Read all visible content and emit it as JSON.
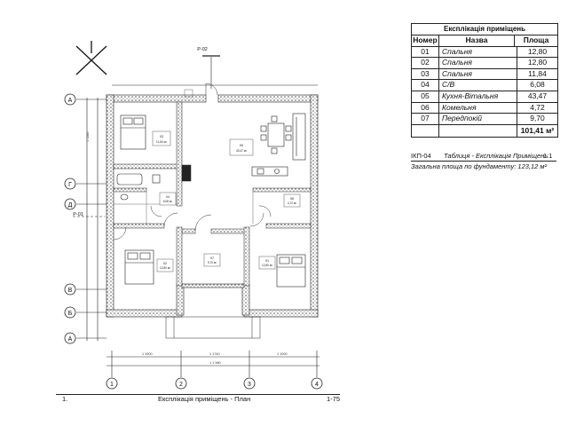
{
  "table": {
    "title": "Експлікація приміщень",
    "headers": [
      "Номер",
      "Назва",
      "Площа"
    ],
    "rows": [
      [
        "01",
        "Спальня",
        "12,80"
      ],
      [
        "02",
        "Спальня",
        "12,80"
      ],
      [
        "03",
        "Спальня",
        "11,84"
      ],
      [
        "04",
        "С/В",
        "6,08"
      ],
      [
        "05",
        "Кухня-Вітальня",
        "43,47"
      ],
      [
        "06",
        "Комельня",
        "4,72"
      ],
      [
        "07",
        "Передпокій",
        "9,70"
      ]
    ],
    "total": "101,41 м²"
  },
  "sheet": {
    "code": "ІКП-04",
    "table_name": "Таблиця - Експлікація Приміщень",
    "scale_ratio": "1:1",
    "foundation_area": "Загальна площа по фундаменту: 123,12 м²"
  },
  "plan": {
    "drawing_no": "1.",
    "title": "Експлікація приміщень - План",
    "scale": "1-75",
    "section_marks": [
      "Р-02",
      "Р-01"
    ],
    "axis_letters_left": [
      "А",
      "Г",
      "Д",
      "В",
      "Б",
      "А"
    ],
    "axis_numbers_bottom": [
      "1",
      "2",
      "3",
      "4"
    ],
    "dim_labels": [
      "1 1900",
      "1 1740",
      "1 1000",
      "1 1160",
      "1 1 960"
    ],
    "room_tags": [
      {
        "num": "03",
        "area": "11,84 м²"
      },
      {
        "num": "05",
        "area": "43,47 м²"
      },
      {
        "num": "04",
        "area": "6,08 м²"
      },
      {
        "num": "06",
        "area": "4,72 м²"
      },
      {
        "num": "02",
        "area": "12,80 м²"
      },
      {
        "num": "07",
        "area": "9,70 м²"
      },
      {
        "num": "01",
        "area": "12,80 м²"
      }
    ]
  }
}
